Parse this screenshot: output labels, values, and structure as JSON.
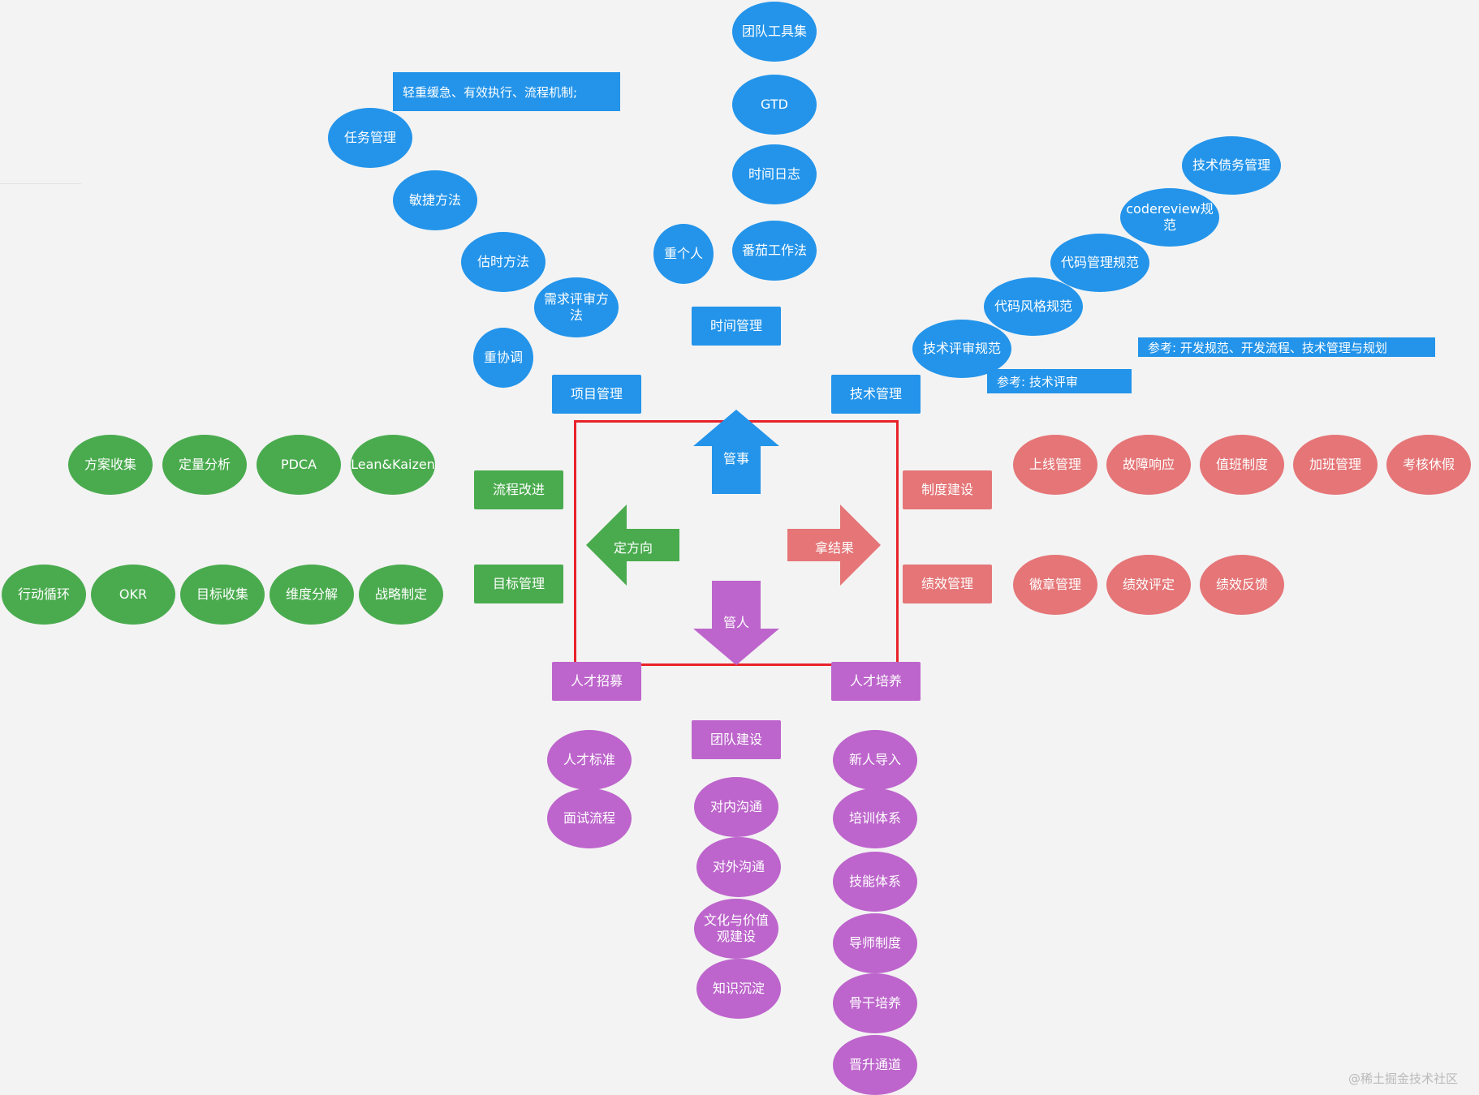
{
  "center": {
    "up": "管事",
    "left": "定方向",
    "right": "拿结果",
    "down": "管人"
  },
  "manage_things": {
    "time_management": "时间管理",
    "time_items": [
      "团队工具集",
      "GTD",
      "时间日志",
      "番茄工作法"
    ],
    "personal_focus": "重个人",
    "project_management": "项目管理",
    "project_note": "轻重缓急、有效执行、流程机制;",
    "project_items": [
      "任务管理",
      "敏捷方法",
      "估时方法",
      "需求评审方法"
    ],
    "coordination_focus": "重协调",
    "tech_management": "技术管理",
    "tech_items": [
      "技术评审规范",
      "代码风格规范",
      "代码管理规范",
      "codereview规范",
      "技术债务管理"
    ],
    "tech_note_1": "参考: 开发规范、开发流程、技术管理与规划",
    "tech_note_2": "参考: 技术评审"
  },
  "set_direction": {
    "process_improvement": "流程改进",
    "process_items": [
      "方案收集",
      "定量分析",
      "PDCA",
      "Lean&Kaizen"
    ],
    "goal_management": "目标管理",
    "goal_items": [
      "行动循环",
      "OKR",
      "目标收集",
      "维度分解",
      "战略制定"
    ]
  },
  "get_results": {
    "system_building": "制度建设",
    "system_items": [
      "上线管理",
      "故障响应",
      "值班制度",
      "加班管理",
      "考核休假"
    ],
    "performance_management": "绩效管理",
    "performance_items": [
      "徽章管理",
      "绩效评定",
      "绩效反馈"
    ]
  },
  "manage_people": {
    "recruitment": "人才招募",
    "recruitment_items": [
      "人才标准",
      "面试流程"
    ],
    "team_building": "团队建设",
    "team_items": [
      "对内沟通",
      "对外沟通",
      "文化与价值观建设",
      "知识沉淀"
    ],
    "talent_development": "人才培养",
    "development_items": [
      "新人导入",
      "培训体系",
      "技能体系",
      "导师制度",
      "骨干培养",
      "晋升通道"
    ]
  },
  "watermark": "@稀土掘金技术社区",
  "colors": {
    "blue": "#2394ea",
    "green": "#4aab4e",
    "red": "#e57577",
    "purple": "#bd65cc",
    "frame": "#e8222a",
    "background": "#f3f3f3"
  }
}
